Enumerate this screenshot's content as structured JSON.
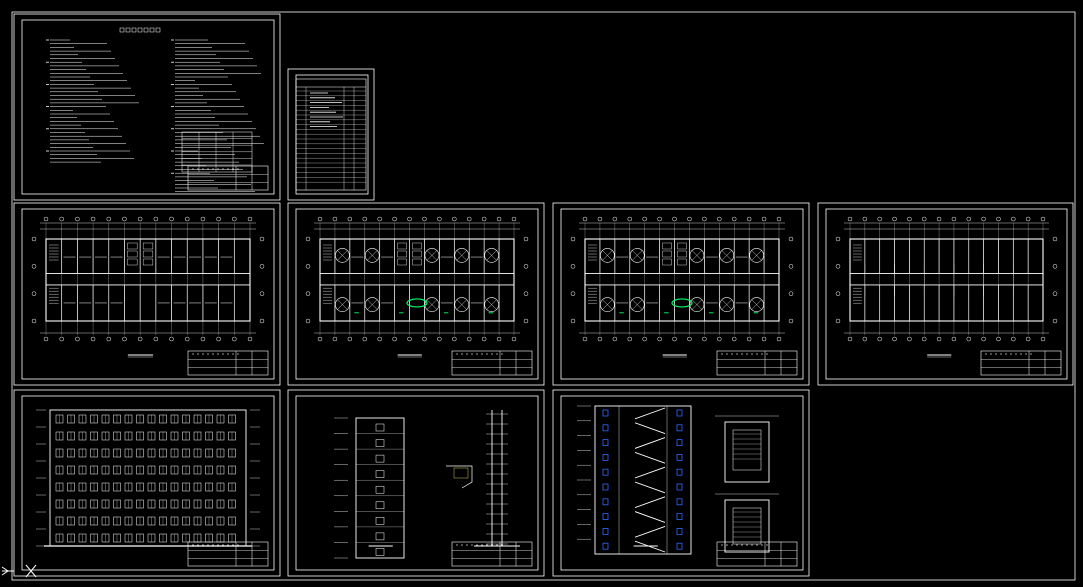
{
  "colors": {
    "background": "#000000",
    "line": "#ffffff",
    "accent_green": "#00ff66",
    "accent_blue": "#3366ff",
    "accent_yellow": "#ffff66"
  },
  "sheets": [
    {
      "id": "notes",
      "kind": "notes"
    },
    {
      "id": "index",
      "kind": "index"
    },
    {
      "id": "plan-1",
      "kind": "plan-rooms"
    },
    {
      "id": "plan-2",
      "kind": "plan-fans"
    },
    {
      "id": "plan-3",
      "kind": "plan-fans"
    },
    {
      "id": "plan-roof",
      "kind": "plan-roof"
    },
    {
      "id": "elevation-front",
      "kind": "elevation"
    },
    {
      "id": "elevation-side",
      "kind": "side"
    },
    {
      "id": "stair-section",
      "kind": "stair"
    }
  ],
  "ucs_icon": "ucs-axis-icon"
}
